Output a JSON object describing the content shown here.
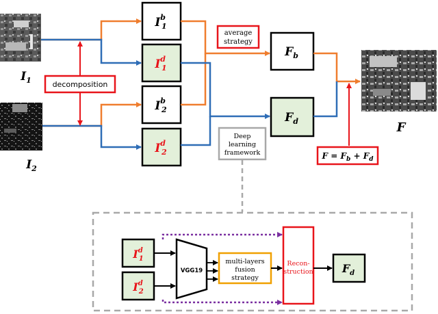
{
  "colors": {
    "orange": "#ef7d2e",
    "blue": "#2e6db6",
    "red": "#e8141a",
    "green_fill": "#e3f0da",
    "purple": "#7a2fa0",
    "gray": "#a8a8a8",
    "black": "#000000",
    "orange_box": "#f0a000"
  },
  "sources": {
    "i1": {
      "base": "I",
      "sub": "1"
    },
    "i2": {
      "base": "I",
      "sub": "2"
    }
  },
  "labels": {
    "decomposition": "decomposition",
    "average_strategy": [
      "average",
      "strategy"
    ],
    "deep_learning_framework": [
      "Deep",
      "learning",
      "framework"
    ],
    "fused_output": "F",
    "formula": {
      "lhs": "F",
      "eq": " = ",
      "f": "F",
      "b": "b",
      "plus": " + ",
      "d": "d"
    }
  },
  "layer_boxes": {
    "i1b": {
      "base": "I",
      "sub": "1",
      "sup": "b"
    },
    "i1d": {
      "base": "I",
      "sub": "1",
      "sup": "d"
    },
    "i2b": {
      "base": "I",
      "sub": "2",
      "sup": "b"
    },
    "i2d": {
      "base": "I",
      "sub": "2",
      "sup": "d"
    }
  },
  "fused_boxes": {
    "fb": {
      "base": "F",
      "sub": "b"
    },
    "fd": {
      "base": "F",
      "sub": "d"
    }
  },
  "detail_panel": {
    "in1": {
      "base": "I",
      "sub": "1",
      "sup": "d"
    },
    "in2": {
      "base": "I",
      "sub": "2",
      "sup": "d"
    },
    "vgg": "VGG19",
    "fusion_strategy": [
      "multi-layers",
      "fusion",
      "strategy"
    ],
    "reconstruction": [
      "Recon-",
      "struction"
    ],
    "out": {
      "base": "F",
      "sub": "d"
    }
  }
}
